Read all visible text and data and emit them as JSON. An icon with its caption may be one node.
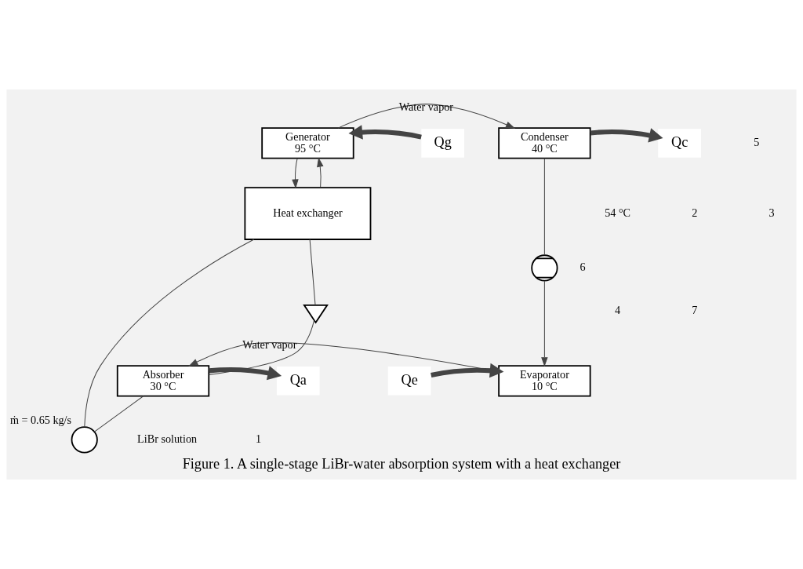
{
  "diagram": {
    "caption": "Figure 1. A single-stage LiBr-water absorption system with a heat exchanger",
    "nodes": [
      {
        "text": [
          "Generator",
          "95 °C"
        ]
      },
      {
        "text": [
          "Condenser",
          "40 °C"
        ]
      },
      {
        "text": [
          "Heat exchanger"
        ]
      },
      {
        "text": [],
        "shape": "valve"
      },
      {
        "text": [],
        "shape": "circle"
      },
      {
        "text": [
          "Absorber",
          "30 °C"
        ]
      },
      {
        "text": [
          "Evaporator",
          "10 °C"
        ]
      },
      {
        "text": [],
        "shape": "circle",
        "beside": [
          "ṁ = 0.65 kg/s"
        ]
      },
      {
        "text": [
          "Qg"
        ]
      },
      {
        "text": [
          "Qc"
        ]
      },
      {
        "text": [
          "Qa"
        ]
      },
      {
        "text": [
          "Qe"
        ]
      }
    ],
    "edges": [
      {
        "from": 7,
        "to": 2,
        "arrow": "none"
      },
      {
        "from": 2,
        "to": 0,
        "arrow": "to"
      },
      {
        "from": 0,
        "to": 2,
        "arrow": "to"
      },
      {
        "from": 2,
        "to": 3,
        "arrow": "none"
      },
      {
        "from": 3,
        "to": 5,
        "arrow": "none"
      },
      {
        "from": 5,
        "to": 7,
        "arrow": "none"
      },
      {
        "from": 0,
        "to": 1,
        "arrow": "to",
        "label": "Water vapor"
      },
      {
        "from": 1,
        "to": 4,
        "arrow": "none"
      },
      {
        "from": 4,
        "to": 6,
        "arrow": "to"
      },
      {
        "from": 6,
        "to": 5,
        "arrow": "to",
        "label": "Water vapor"
      },
      {
        "from": 8,
        "to": 0,
        "arrow": "to",
        "style": "thick"
      },
      {
        "from": 1,
        "to": 9,
        "arrow": "to",
        "style": "thick"
      },
      {
        "from": 5,
        "to": 10,
        "arrow": "to",
        "style": "thick"
      },
      {
        "from": 11,
        "to": 6,
        "arrow": "to",
        "style": "thick"
      }
    ],
    "labels": [
      "5",
      "54 °C",
      "2",
      "3",
      "6",
      "4",
      "7",
      "LiBr solution",
      "1"
    ]
  }
}
